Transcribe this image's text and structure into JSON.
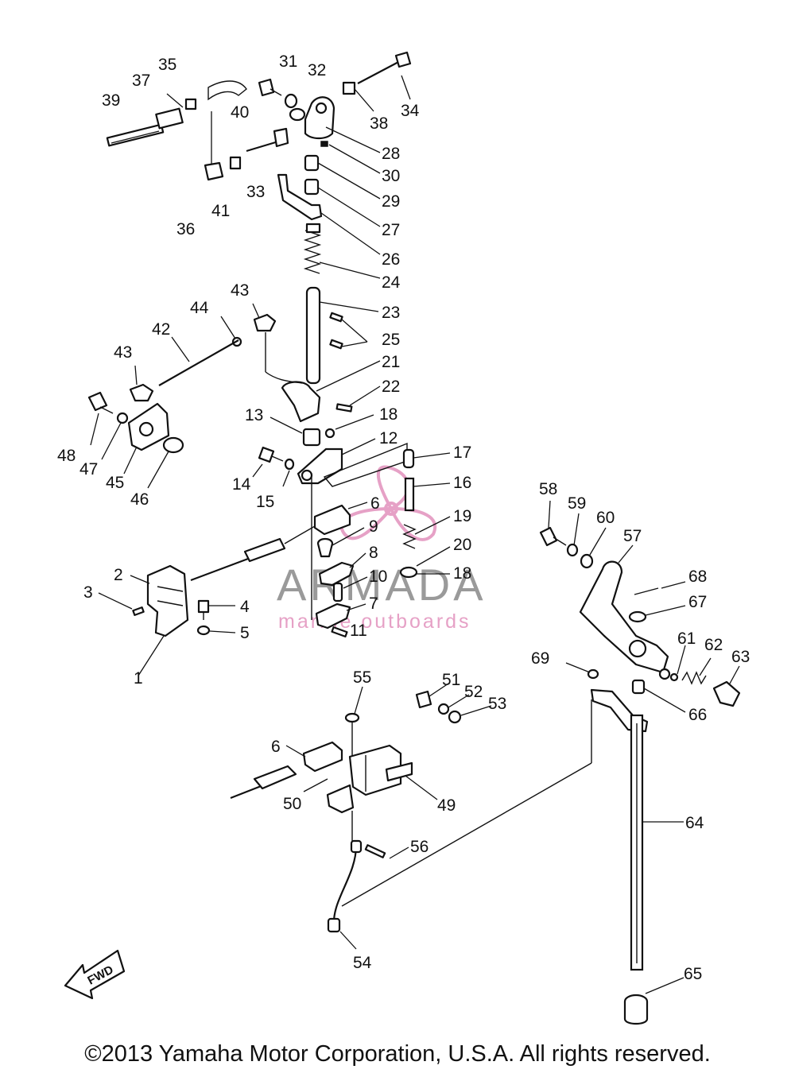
{
  "labels": {
    "n1": "1",
    "n2": "2",
    "n3": "3",
    "n4": "4",
    "n5": "5",
    "n6a": "6",
    "n6b": "6",
    "n7": "7",
    "n8": "8",
    "n9": "9",
    "n10": "10",
    "n11": "11",
    "n12": "12",
    "n13": "13",
    "n14": "14",
    "n15": "15",
    "n16": "16",
    "n17": "17",
    "n18a": "18",
    "n18b": "18",
    "n19": "19",
    "n20": "20",
    "n21": "21",
    "n22": "22",
    "n23": "23",
    "n24": "24",
    "n25": "25",
    "n26": "26",
    "n27": "27",
    "n28": "28",
    "n29": "29",
    "n30": "30",
    "n31": "31",
    "n32": "32",
    "n33": "33",
    "n34": "34",
    "n35": "35",
    "n36": "36",
    "n37": "37",
    "n38": "38",
    "n39": "39",
    "n40": "40",
    "n41": "41",
    "n42": "42",
    "n43a": "43",
    "n43b": "43",
    "n44": "44",
    "n45": "45",
    "n46": "46",
    "n47": "47",
    "n48": "48",
    "n49": "49",
    "n50": "50",
    "n51": "51",
    "n52": "52",
    "n53": "53",
    "n54": "54",
    "n55": "55",
    "n56": "56",
    "n57": "57",
    "n58": "58",
    "n59": "59",
    "n60": "60",
    "n61": "61",
    "n62": "62",
    "n63": "63",
    "n64": "64",
    "n65": "65",
    "n66": "66",
    "n67": "67",
    "n68": "68",
    "n69": "69"
  },
  "fwd_label": "FWD",
  "watermark": {
    "brand": "ARMADA",
    "tagline": "marine outboards",
    "brand_color": "#9a9a9a",
    "accent_color": "#e6a1c6"
  },
  "copyright": "©2013 Yamaha Motor Corporation, U.S.A. All rights reserved."
}
